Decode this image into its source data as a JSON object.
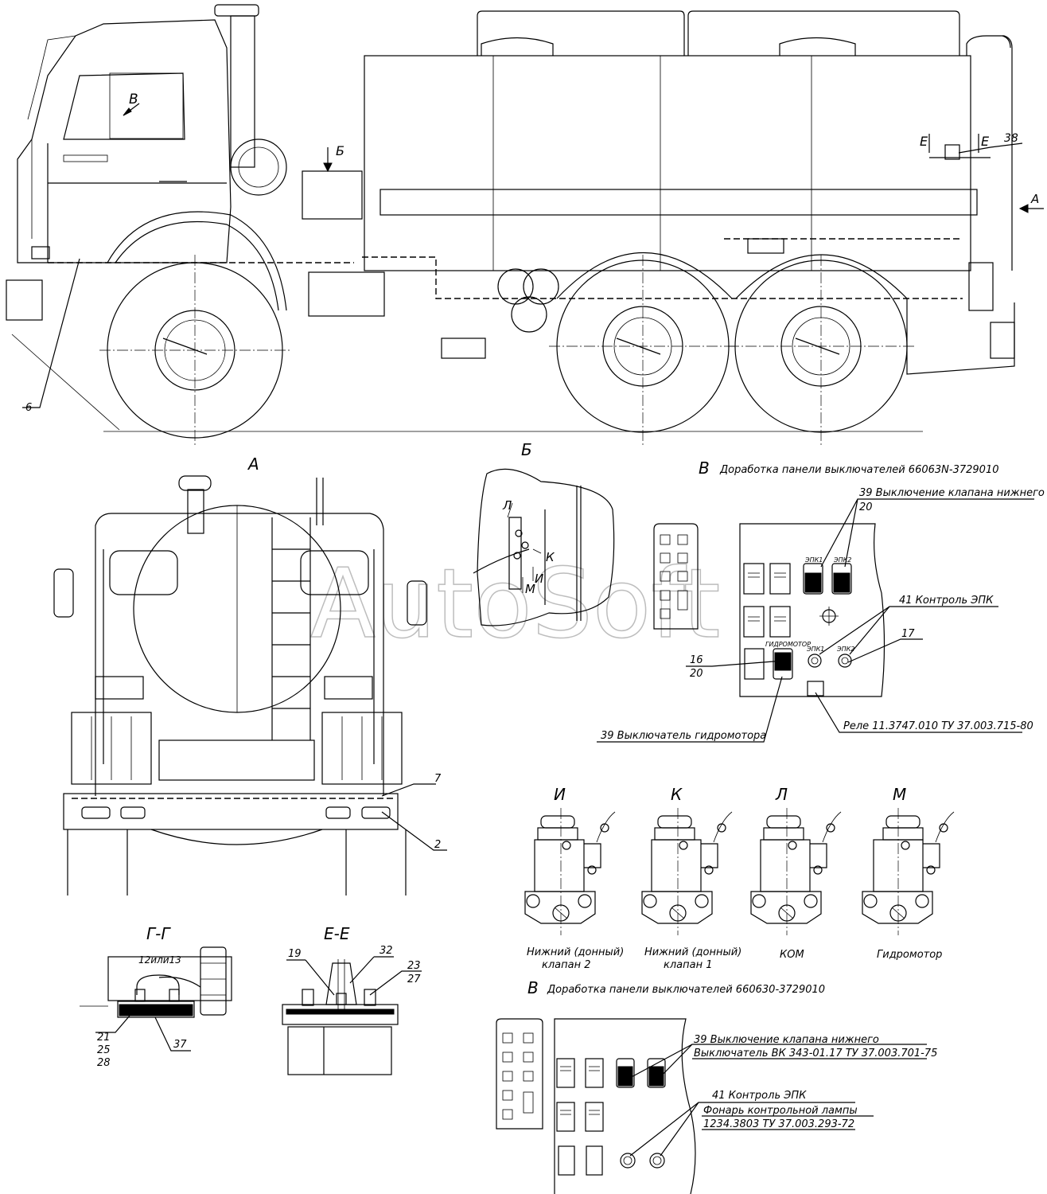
{
  "watermark": "AutoSoft",
  "views": {
    "side": {
      "callouts": [
        "В",
        "Б",
        "Е",
        "Е",
        "38",
        "А",
        "6"
      ]
    },
    "front": {
      "title": "А",
      "callouts": [
        "7",
        "2"
      ]
    },
    "detail_b": {
      "title": "Б",
      "letters": [
        "Л",
        "К",
        "И",
        "М"
      ]
    },
    "panel_top": {
      "title_letter": "В",
      "title_text": "Доработка панели выключателей 66063N-3729010",
      "labels": {
        "c39a": "39  Выключение клапана нижнего",
        "c20a": "20",
        "c41": "41  Контроль ЭПК",
        "c17": "17",
        "c16": "16",
        "c20b": "20",
        "relay": "Реле  11.3747.010  ТУ 37.003.715-80",
        "c39b": "39  Выключатель гидромотора",
        "epk1": "ЭПК1",
        "epk2": "ЭПК2",
        "hydro": "ГИДРОМОТОР",
        "epk1b": "ЭПК1",
        "epk2b": "ЭПК2"
      }
    },
    "valves": [
      {
        "letter": "И",
        "caption1": "Нижний (донный)",
        "caption2": "клапан 2"
      },
      {
        "letter": "К",
        "caption1": "Нижний (донный)",
        "caption2": "клапан 1"
      },
      {
        "letter": "Л",
        "caption1": "КОМ",
        "caption2": ""
      },
      {
        "letter": "М",
        "caption1": "Гидромотор",
        "caption2": ""
      }
    ],
    "section_gg": {
      "title": "Г-Г",
      "labels": {
        "c1213": "12или13",
        "c21": "21",
        "c25": "25",
        "c28": "28",
        "c37": "37"
      }
    },
    "section_ee": {
      "title": "Е-Е",
      "labels": {
        "c19": "19",
        "c32": "32",
        "c23": "23",
        "c27": "27"
      }
    },
    "panel_bottom": {
      "title_letter": "В",
      "title_text": "Доработка панели выключателей 660630-3729010",
      "labels": {
        "c39": "39 Выключение клапана нижнего",
        "vk": "Выключатель ВК 343-01.17 ТУ 37.003.701-75",
        "c41": "41 Контроль ЭПК",
        "lamp1": "Фонарь контрольной лампы",
        "lamp2": "1234.3803 ТУ 37.003.293-72"
      }
    }
  }
}
